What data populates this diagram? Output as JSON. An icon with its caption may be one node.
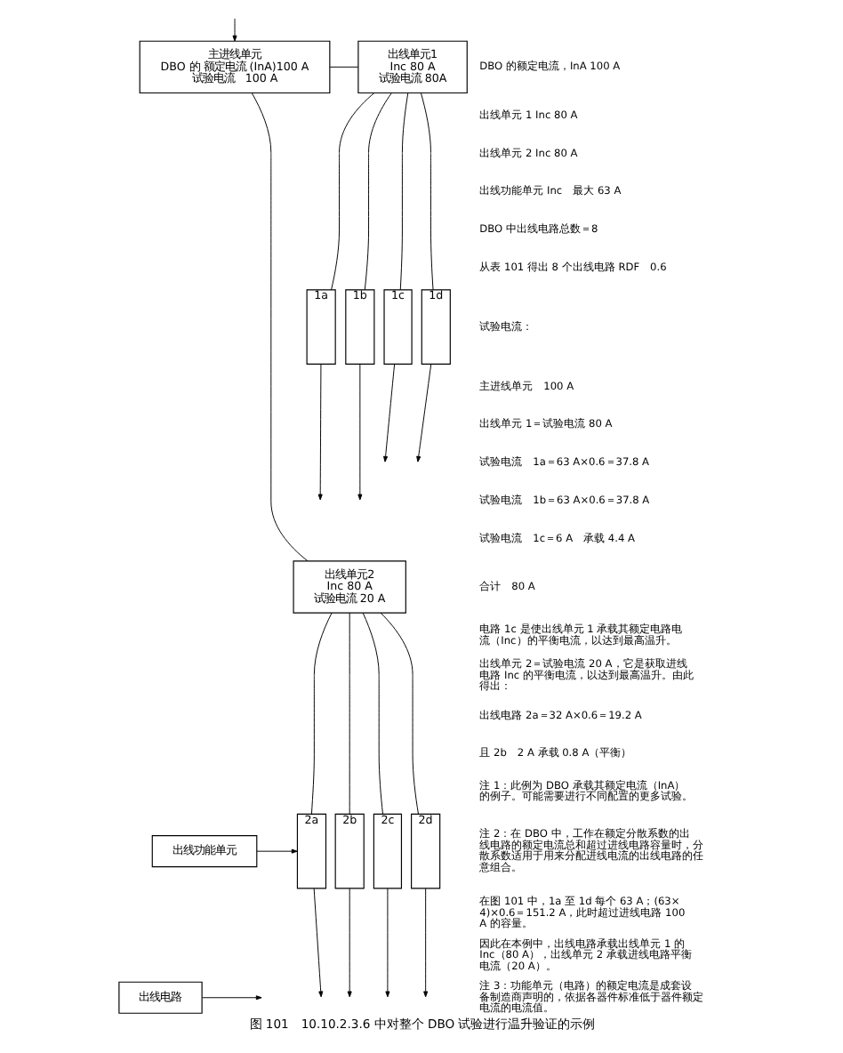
{
  "diagram": {
    "caption": "图 101　10.10.2.3.6 中对整个 DBO 试验进行温升验证的示例",
    "nodes": [
      {
        "text": [
          "主进线单元",
          "DBO 的 额定电流 (InA)100 A",
          "试验电流　100 A"
        ]
      },
      {
        "text": [
          "出线单元1",
          "Inc 80 A",
          "试验电流 80A"
        ]
      },
      {
        "text": [
          "1a"
        ]
      },
      {
        "text": [
          "1b"
        ]
      },
      {
        "text": [
          "1c"
        ]
      },
      {
        "text": [
          "1d"
        ]
      },
      {
        "text": [
          "出线单元2",
          "Inc 80 A",
          "试验电流 20 A"
        ]
      },
      {
        "text": [
          "2a"
        ]
      },
      {
        "text": [
          "2b"
        ]
      },
      {
        "text": [
          "2c"
        ]
      },
      {
        "text": [
          "2d"
        ]
      },
      {
        "text": [
          "出线功能单元"
        ]
      },
      {
        "text": [
          "出线电路"
        ]
      }
    ],
    "edges": [
      {
        "from": null,
        "to": 0,
        "arrow": "to"
      },
      {
        "from": 0,
        "to": 1,
        "arrow": "none"
      },
      {
        "from": 0,
        "to": 6,
        "arrow": "none"
      },
      {
        "from": 1,
        "to": 2,
        "arrow": "none"
      },
      {
        "from": 1,
        "to": 3,
        "arrow": "none"
      },
      {
        "from": 1,
        "to": 4,
        "arrow": "none"
      },
      {
        "from": 1,
        "to": 5,
        "arrow": "none"
      },
      {
        "from": 2,
        "to": null,
        "arrow": "to"
      },
      {
        "from": 3,
        "to": null,
        "arrow": "to"
      },
      {
        "from": 4,
        "to": null,
        "arrow": "to"
      },
      {
        "from": 5,
        "to": null,
        "arrow": "to"
      },
      {
        "from": 6,
        "to": 7,
        "arrow": "none"
      },
      {
        "from": 6,
        "to": 8,
        "arrow": "none"
      },
      {
        "from": 6,
        "to": 9,
        "arrow": "none"
      },
      {
        "from": 6,
        "to": 10,
        "arrow": "none"
      },
      {
        "from": 7,
        "to": null,
        "arrow": "to"
      },
      {
        "from": 8,
        "to": null,
        "arrow": "to"
      },
      {
        "from": 9,
        "to": null,
        "arrow": "to"
      },
      {
        "from": 10,
        "to": null,
        "arrow": "to"
      },
      {
        "from": 11,
        "to": 7,
        "arrow": "to"
      },
      {
        "from": 12,
        "to": null,
        "arrow": "to"
      }
    ],
    "labels": [
      "DBO 的额定电流，InA 100 A",
      "出线单元 1 Inc 80 A",
      "出线单元 2 Inc 80 A",
      "出线功能单元 Inc　最大 63 A",
      "DBO 中出线电路总数＝8",
      "从表 101 得出 8 个出线电路 RDF　0.6",
      "试验电流：",
      "主进线单元　100 A",
      "出线单元 1＝试验电流 80 A",
      "试验电流　1a＝63 A×0.6＝37.8 A",
      "试验电流　1b＝63 A×0.6＝37.8 A",
      "试验电流　1c＝6 A　承载 4.4 A",
      "合计　80 A",
      "电路 1c 是使出线单元 1 承载其额定电路电流（Inc）的平衡电流，以达到最高温升。",
      "出线单元 2＝试验电流 20 A，它是获取进线电路 Inc 的平衡电流，以达到最高温升。由此得出：",
      "出线电路 2a＝32 A×0.6＝19.2 A",
      "且 2b　2 A 承载 0.8 A（平衡）",
      "注 1：此例为 DBO 承载其额定电流（InA）的例子。可能需要进行不同配置的更多试验。",
      "注 2：在 DBO 中，工作在额定分散系数的出线电路的额定电流总和超过进线电路容量时，分散系数适用于用来分配进线电流的出线电路的任意组合。",
      "在图 101 中，1a 至 1d 每个 63 A；(63×4)×0.6＝151.2 A，此时超过进线电路 100 A 的容量。",
      "因此在本例中，出线电路承载出线单元 1 的 Inc（80 A），出线单元 2 承载进线电路平衡电流（20 A）。",
      "注 3：功能单元（电路）的额定电流是成套设备制造商声明的，依据各器件标准低于器件额定电流的电流值。"
    ]
  }
}
